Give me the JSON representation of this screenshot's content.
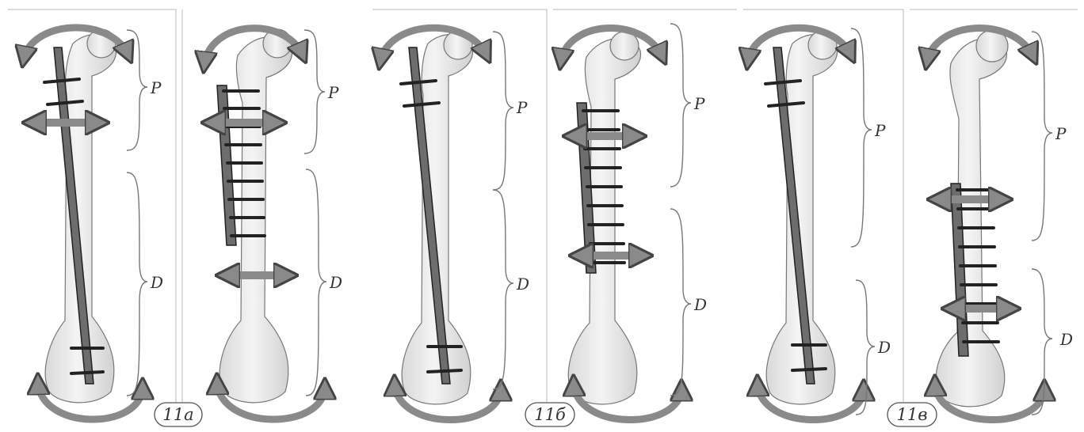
{
  "segment_labels": {
    "proximal": "P",
    "distal": "D"
  },
  "figure_labels": [
    "11a",
    "11б",
    "11в"
  ],
  "panels": [
    {
      "fixation": "intramedullary-nail"
    },
    {
      "fixation": "plate"
    },
    {
      "fixation": "intramedullary-nail"
    },
    {
      "fixation": "plate"
    },
    {
      "fixation": "intramedullary-nail"
    },
    {
      "fixation": "plate"
    }
  ]
}
